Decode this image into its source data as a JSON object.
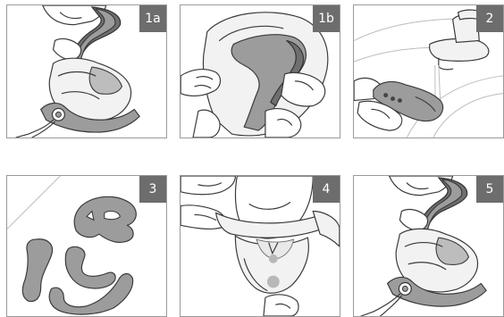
{
  "panels": [
    {
      "step": "1a",
      "icon": "helmet-chin-guard-icon"
    },
    {
      "step": "1b",
      "icon": "guard-head-fitting-icon"
    },
    {
      "step": "2",
      "icon": "faucet-rinse-icon"
    },
    {
      "step": "3",
      "icon": "guard-parts-icon"
    },
    {
      "step": "4",
      "icon": "chin-guard-fitting-icon"
    },
    {
      "step": "5",
      "icon": "helmet-chin-guard-icon"
    }
  ],
  "colors": {
    "badge": "#6d6d6d",
    "guard": "#9c9c9c",
    "border": "#9a9a9a"
  }
}
